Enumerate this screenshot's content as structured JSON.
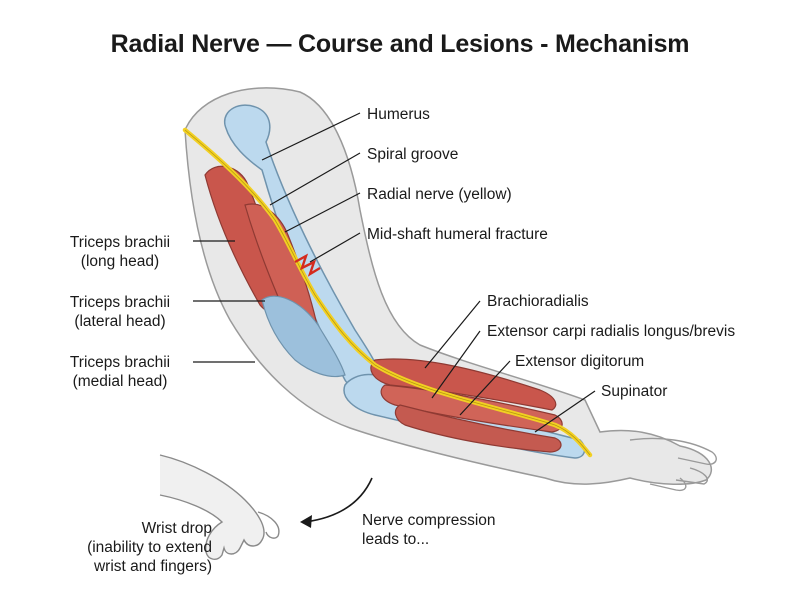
{
  "title": "Radial Nerve — Course and Lesions - Mechanism",
  "labels": {
    "humerus": "Humerus",
    "spiral_groove": "Spiral groove",
    "radial_nerve": "Radial nerve (yellow)",
    "fracture": "Mid-shaft humeral fracture",
    "triceps_long_1": "Triceps brachii",
    "triceps_long_2": "(long head)",
    "triceps_lateral_1": "Triceps brachii",
    "triceps_lateral_2": "(lateral head)",
    "triceps_medial_1": "Triceps brachii",
    "triceps_medial_2": "(medial head)",
    "brachioradialis": "Brachioradialis",
    "ecrl": "Extensor carpi radialis longus/brevis",
    "extensor_digitorum": "Extensor digitorum",
    "supinator": "Supinator",
    "wrist_drop_1": "Wrist drop",
    "wrist_drop_2": "(inability to extend",
    "wrist_drop_3": "wrist and fingers)",
    "compression_1": "Nerve compression",
    "compression_2": "leads to..."
  },
  "colors": {
    "nerve": "#f2d023",
    "muscle": "#c9564c",
    "bone": "#bcd9ee",
    "skin": "#e6e6e6",
    "fracture": "#d42a1e"
  }
}
